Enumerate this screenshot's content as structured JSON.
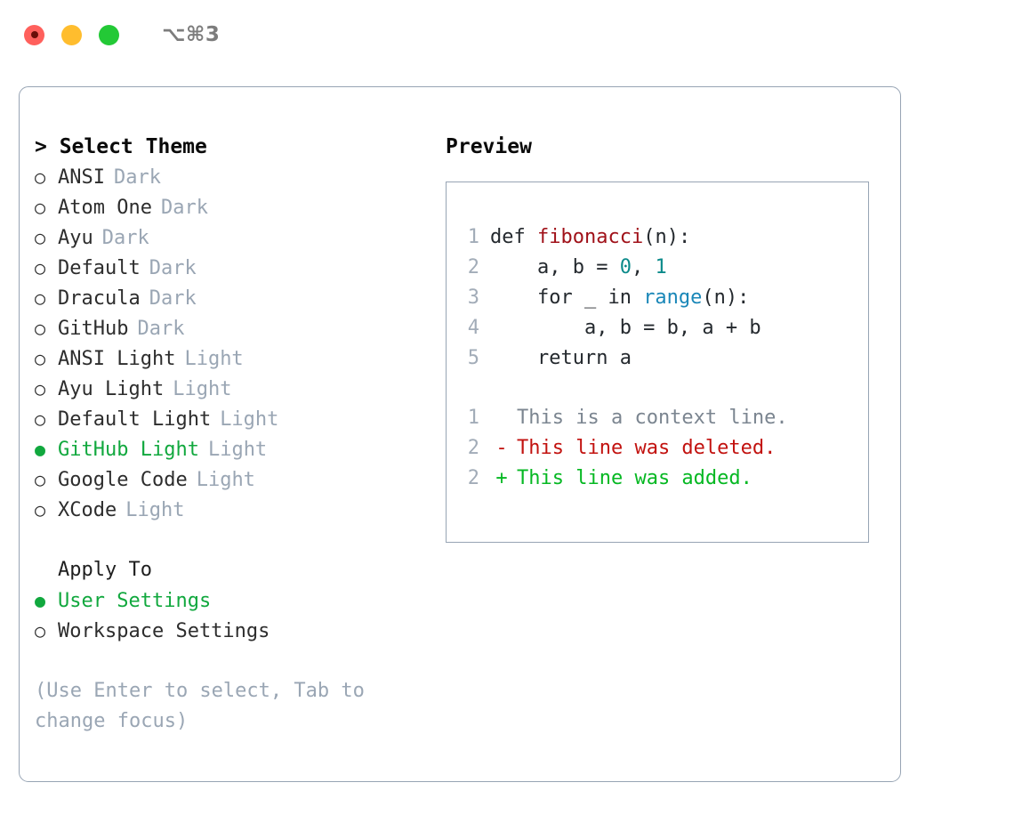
{
  "titlebar": {
    "shortcut": "⌥⌘3",
    "lights": [
      "close-red",
      "minimize-yellow",
      "maximize-green"
    ]
  },
  "left": {
    "header": "> Select Theme",
    "marker_unselected": "○",
    "marker_selected": "●",
    "themes": [
      {
        "name": "ANSI",
        "badge": "Dark",
        "selected": false
      },
      {
        "name": "Atom One",
        "badge": "Dark",
        "selected": false
      },
      {
        "name": "Ayu",
        "badge": "Dark",
        "selected": false
      },
      {
        "name": "Default",
        "badge": "Dark",
        "selected": false
      },
      {
        "name": "Dracula",
        "badge": "Dark",
        "selected": false
      },
      {
        "name": "GitHub",
        "badge": "Dark",
        "selected": false
      },
      {
        "name": "ANSI Light",
        "badge": "Light",
        "selected": false
      },
      {
        "name": "Ayu Light",
        "badge": "Light",
        "selected": false
      },
      {
        "name": "Default Light",
        "badge": "Light",
        "selected": false
      },
      {
        "name": "GitHub Light",
        "badge": "Light",
        "selected": true
      },
      {
        "name": "Google Code",
        "badge": "Light",
        "selected": false
      },
      {
        "name": "XCode",
        "badge": "Light",
        "selected": false
      }
    ],
    "apply_to": {
      "header": "Apply To",
      "options": [
        {
          "name": "User Settings",
          "selected": true
        },
        {
          "name": "Workspace Settings",
          "selected": false
        }
      ]
    },
    "hint": "(Use Enter to select, Tab to change focus)"
  },
  "right": {
    "title": "Preview",
    "code": [
      {
        "no": "1",
        "segments": [
          {
            "t": "def ",
            "c": "plain"
          },
          {
            "t": "fibonacci",
            "c": "func"
          },
          {
            "t": "(n):",
            "c": "plain"
          }
        ]
      },
      {
        "no": "2",
        "segments": [
          {
            "t": "    a, b = ",
            "c": "plain"
          },
          {
            "t": "0",
            "c": "num"
          },
          {
            "t": ", ",
            "c": "plain"
          },
          {
            "t": "1",
            "c": "num"
          }
        ]
      },
      {
        "no": "3",
        "segments": [
          {
            "t": "    for _ in ",
            "c": "plain"
          },
          {
            "t": "range",
            "c": "call"
          },
          {
            "t": "(n):",
            "c": "plain"
          }
        ]
      },
      {
        "no": "4",
        "segments": [
          {
            "t": "        a, b = b, a + b",
            "c": "plain"
          }
        ]
      },
      {
        "no": "5",
        "segments": [
          {
            "t": "    return a",
            "c": "plain"
          }
        ]
      }
    ],
    "diff": [
      {
        "no": "1",
        "sign": " ",
        "text": "This is a context line.",
        "kind": "context"
      },
      {
        "no": "2",
        "sign": "-",
        "text": "This line was deleted.",
        "kind": "del"
      },
      {
        "no": "2",
        "sign": "+",
        "text": "This line was added.",
        "kind": "add"
      }
    ]
  },
  "colors": {
    "accent_green": "#11a83e",
    "muted": "#9aa6b4",
    "border": "#97a4b4",
    "diff_add": "#05b822",
    "diff_del": "#c2120f",
    "tok_func": "#a01119",
    "tok_num": "#0b8a8a",
    "tok_call": "#1a87b8"
  }
}
